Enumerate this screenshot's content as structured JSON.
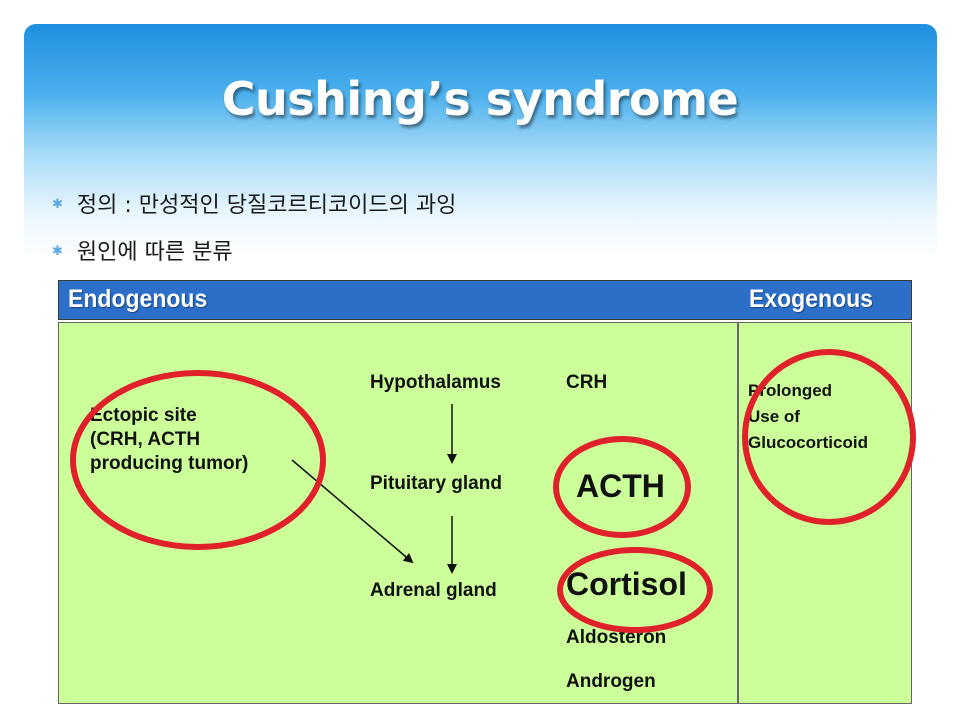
{
  "title": "Cushing’s syndrome",
  "bullets": [
    "정의 : 만성적인 당질코르티코이드의 과잉",
    "원인에 따른 분류"
  ],
  "table": {
    "left_header": "Endogenous",
    "right_header": "Exogenous"
  },
  "diagram": {
    "ectopic": [
      "Ectopic site",
      "(CRH, ACTH",
      "producing tumor)"
    ],
    "hypothalamus": "Hypothalamus",
    "crh": "CRH",
    "pituitary": "Pituitary gland",
    "acth": "ACTH",
    "adrenal": "Adrenal gland",
    "cortisol": "Cortisol",
    "aldosteron": "Aldosteron",
    "androgen": "Androgen",
    "exogenous_cause": [
      "Prolonged",
      "Use of",
      "Glucocorticoid"
    ]
  },
  "colors": {
    "highlight_circle": "#e0202a",
    "panel_fill": "#ccff99",
    "header_fill": "#2b6fc8"
  }
}
